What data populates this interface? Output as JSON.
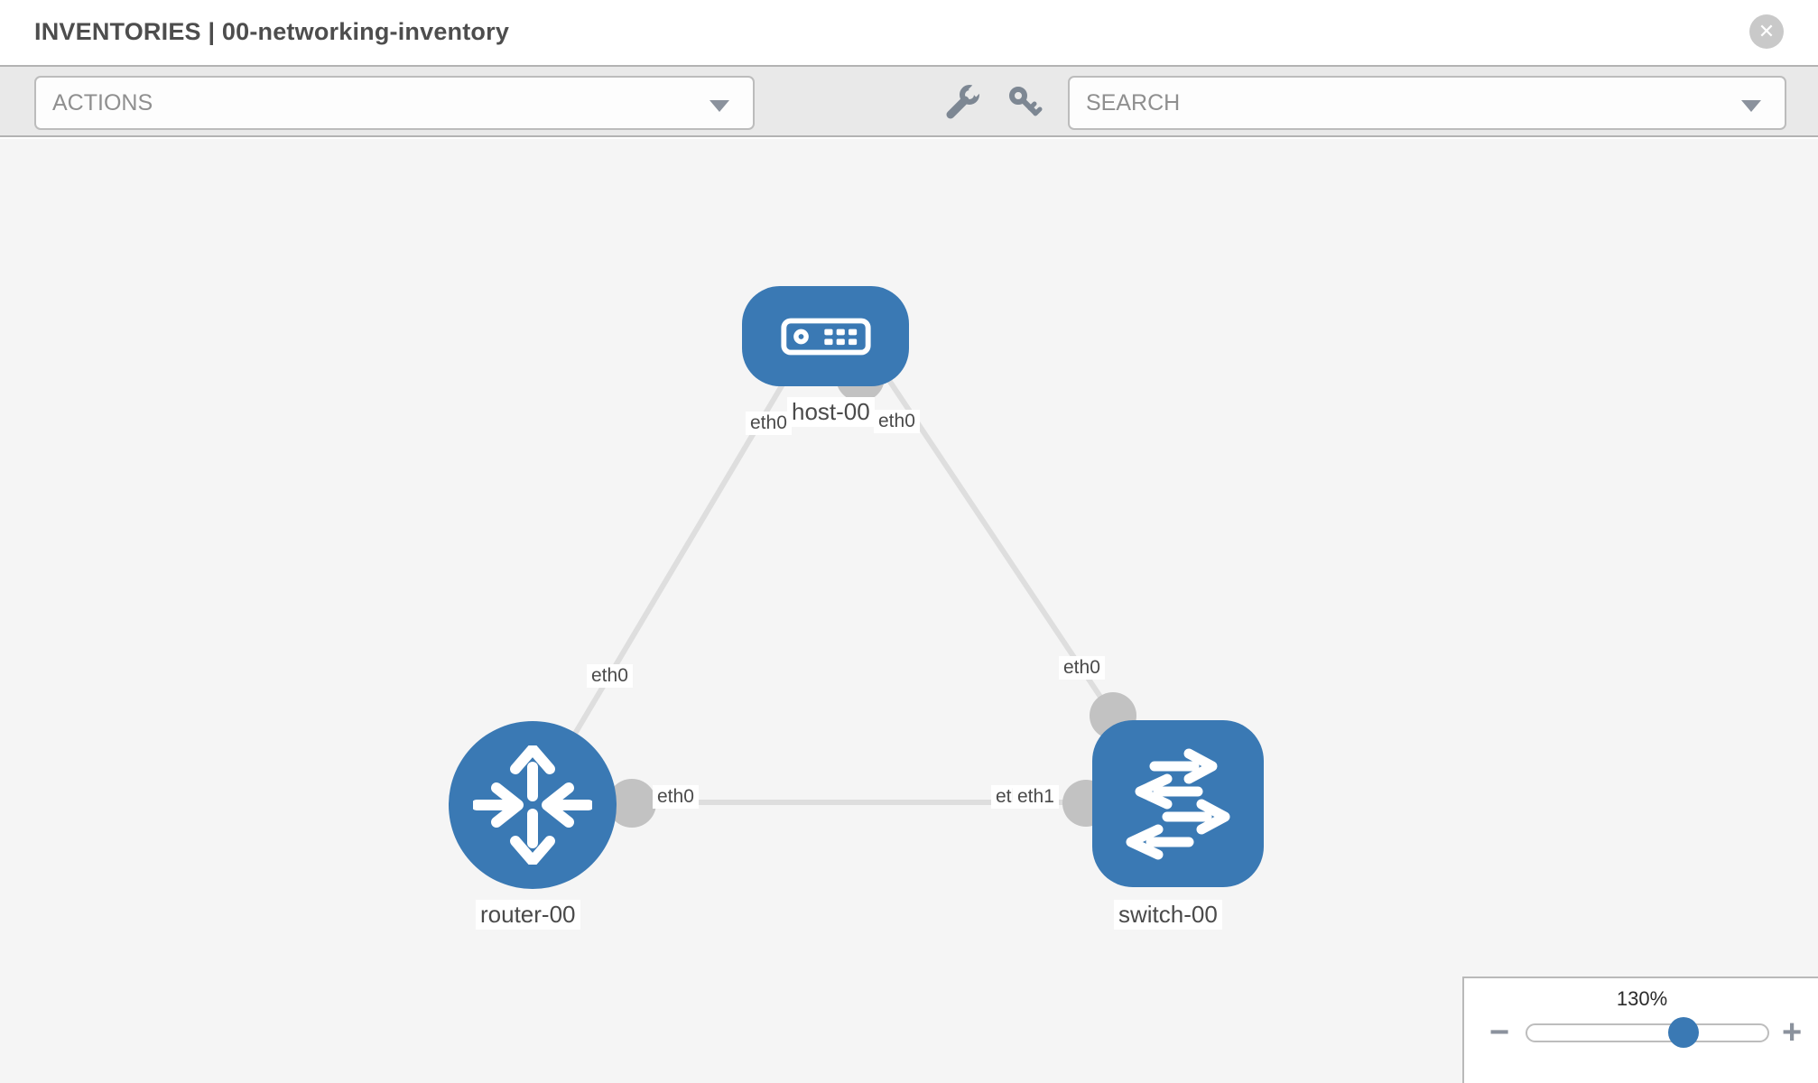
{
  "header": {
    "title": "INVENTORIES | 00-networking-inventory",
    "close_glyph": "✕"
  },
  "toolbar": {
    "actions_dropdown": {
      "value": "ACTIONS"
    },
    "search_dropdown": {
      "value": "SEARCH"
    },
    "tool_icons": [
      "wrench",
      "key"
    ]
  },
  "topology": {
    "nodes": [
      {
        "id": "host-00",
        "type": "host",
        "label": "host-00"
      },
      {
        "id": "router-00",
        "type": "router",
        "label": "router-00"
      },
      {
        "id": "switch-00",
        "type": "switch",
        "label": "switch-00"
      }
    ],
    "links": [
      {
        "from": "host-00",
        "from_interface": "eth0",
        "to": "router-00",
        "to_interface": "eth0"
      },
      {
        "from": "host-00",
        "from_interface": "eth0",
        "to": "switch-00",
        "to_interface": "eth0"
      },
      {
        "from": "router-00",
        "from_interface": "eth0",
        "to": "switch-00",
        "to_interface": "eth1"
      }
    ],
    "interface_labels": {
      "host_eth0_left": "eth0",
      "host_eth0_right": "eth0",
      "router_eth0_uplink": "eth0",
      "switch_eth0_uplink": "eth0",
      "router_eth0_lan": "eth0",
      "switch_eth0_hidden": "eth0",
      "switch_eth1": "eth1"
    }
  },
  "zoom_control": {
    "value": "130%",
    "minus_label": "−",
    "plus_label": "+"
  },
  "colors": {
    "node_blue": "#3a79b4",
    "link_gray": "#dedede",
    "connector_gray": "#c2c2c2",
    "canvas_bg": "#f5f5f5",
    "toolbar_bg": "#e9e9e9"
  }
}
